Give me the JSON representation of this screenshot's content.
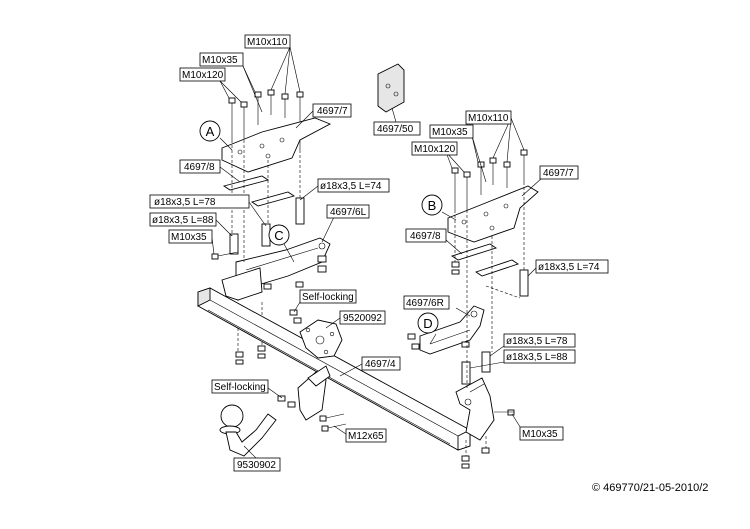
{
  "labels": {
    "m10x110_left": "M10x110",
    "m10x35_left_top": "M10x35",
    "m10x120_left": "M10x120",
    "p4697_7_left": "4697/7",
    "p4697_8_left": "4697/8",
    "d18_74_left": "ø18x3,5 L=74",
    "d18_78_left": "ø18x3,5 L=78",
    "d18_88_left": "ø18x3,5 L=88",
    "p4697_6l": "4697/6L",
    "m10x35_left_mid": "M10x35",
    "self_locking_top": "Self-locking",
    "p9520092": "9520092",
    "p4697_4": "4697/4",
    "self_locking_bottom": "Self-locking",
    "m12x65": "M12x65",
    "p9530902": "9530902",
    "p4697_50": "4697/50",
    "m10x110_right": "M10x110",
    "m10x35_right_top": "M10x35",
    "m10x120_right": "M10x120",
    "p4697_7_right": "4697/7",
    "p4697_8_right": "4697/8",
    "d18_74_right": "ø18x3,5 L=74",
    "p4697_6r": "4697/6R",
    "d18_78_right": "ø18x3,5 L=78",
    "d18_88_right": "ø18x3,5 L=88",
    "m10x35_right_bottom": "M10x35"
  },
  "circles": {
    "a": "A",
    "b": "B",
    "c": "C",
    "d": "D"
  },
  "footer": {
    "copyright": "© 469770/21-05-2010/2"
  }
}
